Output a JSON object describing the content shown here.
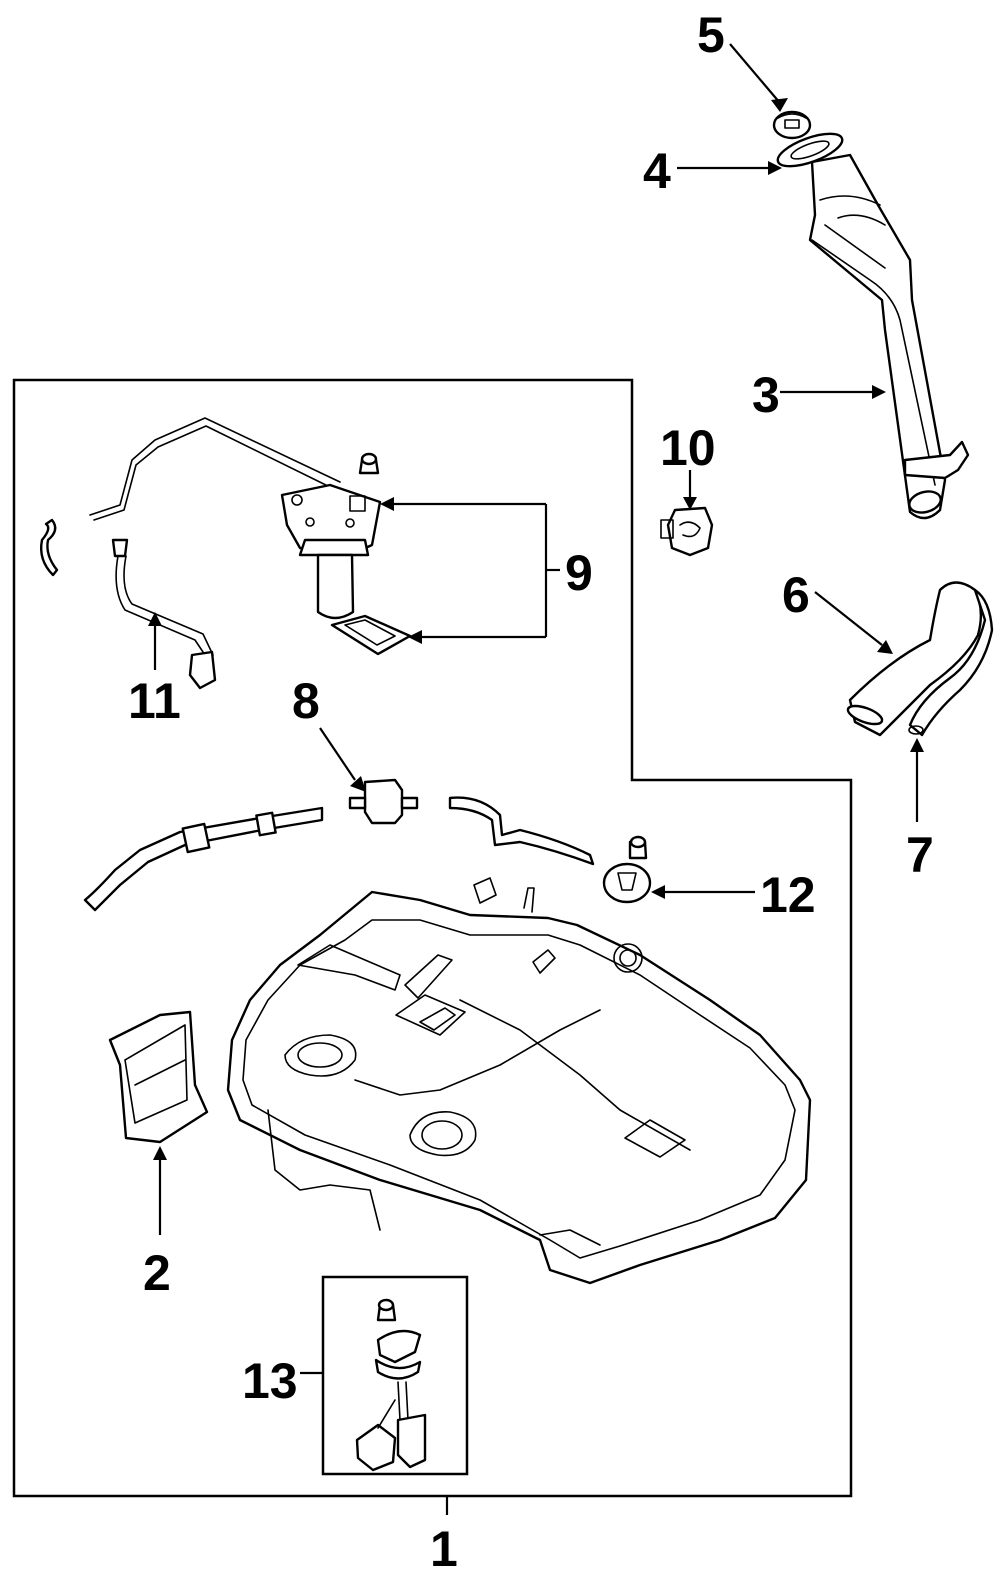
{
  "diagram": {
    "title": "Fuel System Components",
    "callouts": [
      {
        "id": "1",
        "label": "1",
        "part": "fuel-tank-assembly"
      },
      {
        "id": "2",
        "label": "2",
        "part": "heat-shield"
      },
      {
        "id": "3",
        "label": "3",
        "part": "filler-neck"
      },
      {
        "id": "4",
        "label": "4",
        "part": "filler-neck-gasket"
      },
      {
        "id": "5",
        "label": "5",
        "part": "fuel-cap"
      },
      {
        "id": "6",
        "label": "6",
        "part": "filler-hose"
      },
      {
        "id": "7",
        "label": "7",
        "part": "vent-hose"
      },
      {
        "id": "8",
        "label": "8",
        "part": "check-valve"
      },
      {
        "id": "9",
        "label": "9",
        "part": "fuel-pump-assembly"
      },
      {
        "id": "10",
        "label": "10",
        "part": "pressure-regulator"
      },
      {
        "id": "11",
        "label": "11",
        "part": "fuel-line"
      },
      {
        "id": "12",
        "label": "12",
        "part": "rollover-valve"
      },
      {
        "id": "13",
        "label": "13",
        "part": "fuel-gauge-sending-unit"
      }
    ]
  }
}
